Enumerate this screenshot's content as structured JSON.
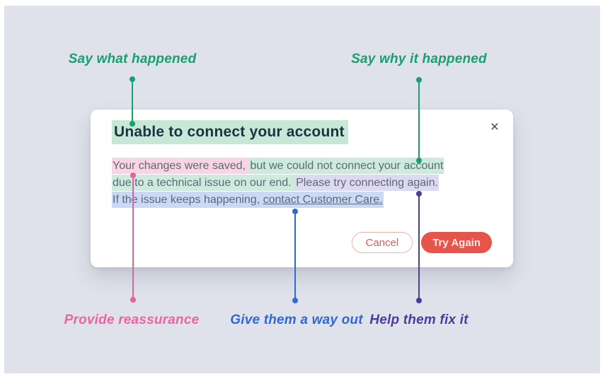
{
  "canvas": {
    "background_color": "#ffffff",
    "panel_color": "#dfe2ea"
  },
  "annotations": {
    "say_what": {
      "label": "Say what happened",
      "color": "#17a072"
    },
    "say_why": {
      "label": "Say why it happened",
      "color": "#17a072"
    },
    "reassurance": {
      "label": "Provide reassurance",
      "color": "#ec64a4"
    },
    "way_out": {
      "label": "Give them a way out",
      "color": "#3069d6"
    },
    "fix_it": {
      "label": "Help them fix it",
      "color": "#4f3a9e"
    }
  },
  "modal": {
    "title": "Unable to connect your account",
    "close_icon": "×",
    "body": {
      "line1_highlight_pink": "Your changes were saved, ",
      "line1_highlight_green": "but we could not connect your account",
      "line2_highlight_green": "due to a technical issue on our end. ",
      "line2_highlight_purple": "Please try connecting again.",
      "line3_highlight_blue": "If the issue keeps happening, ",
      "line3_link": "contact Customer Care."
    },
    "buttons": {
      "cancel": "Cancel",
      "try_again": "Try Again"
    },
    "colors": {
      "title_highlight": "#c7e8d7",
      "pink_highlight": "#f9d4e3",
      "green_highlight": "#cdebdc",
      "purple_highlight": "#ddd9f2",
      "blue_highlight": "#cad9f8",
      "primary_button": "#e6544a",
      "cancel_border": "#efb3ad",
      "title_text": "#1b3340",
      "body_text": "#5d6a74"
    }
  }
}
